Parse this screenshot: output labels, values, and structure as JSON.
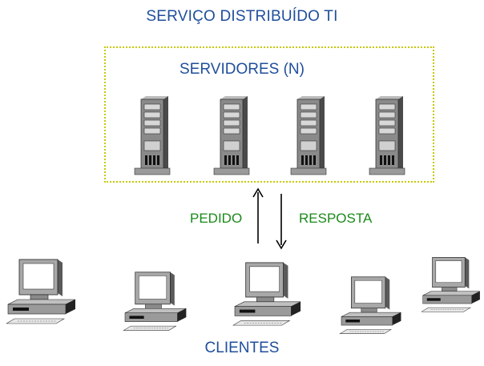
{
  "title": "SERVIÇO DISTRIBUÍDO TI",
  "servers": {
    "label": "SERVIDORES (N)",
    "icons": [
      "server-tower-icon",
      "server-tower-icon",
      "server-tower-icon",
      "server-tower-icon"
    ]
  },
  "flow": {
    "request_label": "PEDIDO",
    "response_label": "RESPOSTA"
  },
  "clients": {
    "label": "CLIENTES",
    "icons": [
      "desktop-computer-icon",
      "desktop-computer-icon",
      "desktop-computer-icon",
      "desktop-computer-icon",
      "desktop-computer-icon"
    ]
  },
  "colors": {
    "heading": "#1f4e9c",
    "flow_text": "#1a8a1a",
    "box_border": "#c8c800",
    "server_body": "#7a7a7a"
  }
}
